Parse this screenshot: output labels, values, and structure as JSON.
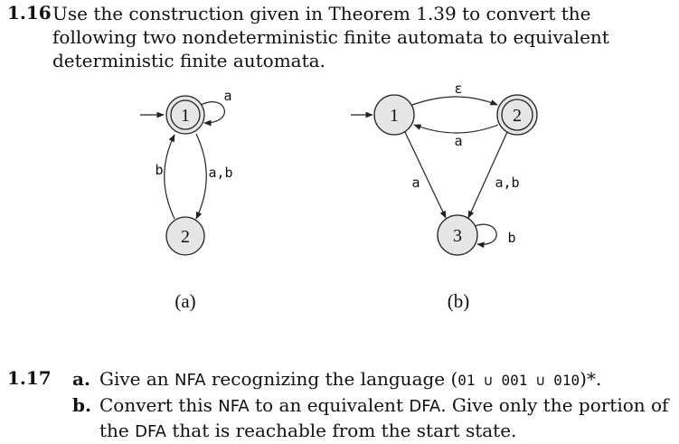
{
  "problem_1_16": {
    "number": "1.16",
    "text": "Use the construction given in Theorem 1.39 to convert the following two nondeterministic finite automata to equivalent deterministic finite automata."
  },
  "automaton_a": {
    "caption": "(a)",
    "states": [
      "1",
      "2"
    ],
    "labels": {
      "loop_1": "a",
      "edge_1_to_2": "a,b",
      "edge_2_to_1": "b"
    }
  },
  "automaton_b": {
    "caption": "(b)",
    "states": [
      "1",
      "2",
      "3"
    ],
    "labels": {
      "edge_1_to_2": "ε",
      "edge_2_to_1": "a",
      "edge_1_to_3": "a",
      "edge_2_to_3": "a,b",
      "loop_3": "b"
    }
  },
  "problem_1_17": {
    "number": "1.17",
    "a_label": "a.",
    "a_pre": "Give an ",
    "a_nfa": "NFA",
    "a_mid": " recognizing the language (",
    "a_lang": "01 ∪ 001 ∪ 010",
    "a_post": ")*.",
    "b_label": "b.",
    "b_pre": "Convert this ",
    "b_nfa": "NFA",
    "b_mid": " to an equivalent ",
    "b_dfa": "DFA",
    "b_post": ". Give only the portion of the ",
    "b_dfa2": "DFA",
    "b_end": " that is reachable from the start state."
  }
}
